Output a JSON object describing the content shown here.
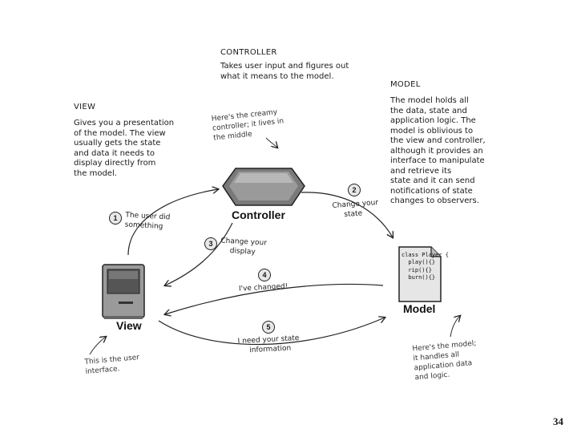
{
  "controller_desc": {
    "heading": "CONTROLLER",
    "lines": [
      "Takes user input and figures out",
      "what it means to the model."
    ]
  },
  "model_desc": {
    "heading": "MODEL",
    "lines": [
      "The model holds all",
      "the data, state and",
      "application logic. The",
      "model is oblivious to",
      "the view and controller,",
      "although it provides an",
      "interface to manipulate",
      "and retrieve its",
      "state and it can send",
      "notifications of state",
      "changes to observers."
    ]
  },
  "view_desc": {
    "heading": "VIEW",
    "lines": [
      "Gives you a presentation",
      "of the model. The view",
      "usually gets the state",
      "and data it needs to",
      "display directly from",
      "the model."
    ]
  },
  "notes": {
    "controller_note": [
      "Here's the creamy",
      "controller; it lives in",
      "the middle"
    ],
    "view_note": [
      "This is the user",
      "interface."
    ],
    "model_note": [
      "Here's the model;",
      "it handles all",
      "application data",
      "and logic."
    ]
  },
  "components": {
    "controller": "Controller",
    "view": "View",
    "model": "Model"
  },
  "model_code": [
    "class Player {",
    "  play(){}",
    "  rip(){}",
    "  burn(){}"
  ],
  "steps": [
    {
      "num": "1",
      "label": [
        "The user did",
        "something"
      ]
    },
    {
      "num": "2",
      "label": [
        "Change your",
        "state"
      ]
    },
    {
      "num": "3",
      "label": [
        "Change your",
        "display"
      ]
    },
    {
      "num": "4",
      "label": [
        "I've changed!"
      ]
    },
    {
      "num": "5",
      "label": [
        "I need your state",
        "information"
      ]
    }
  ],
  "page_number": "34"
}
